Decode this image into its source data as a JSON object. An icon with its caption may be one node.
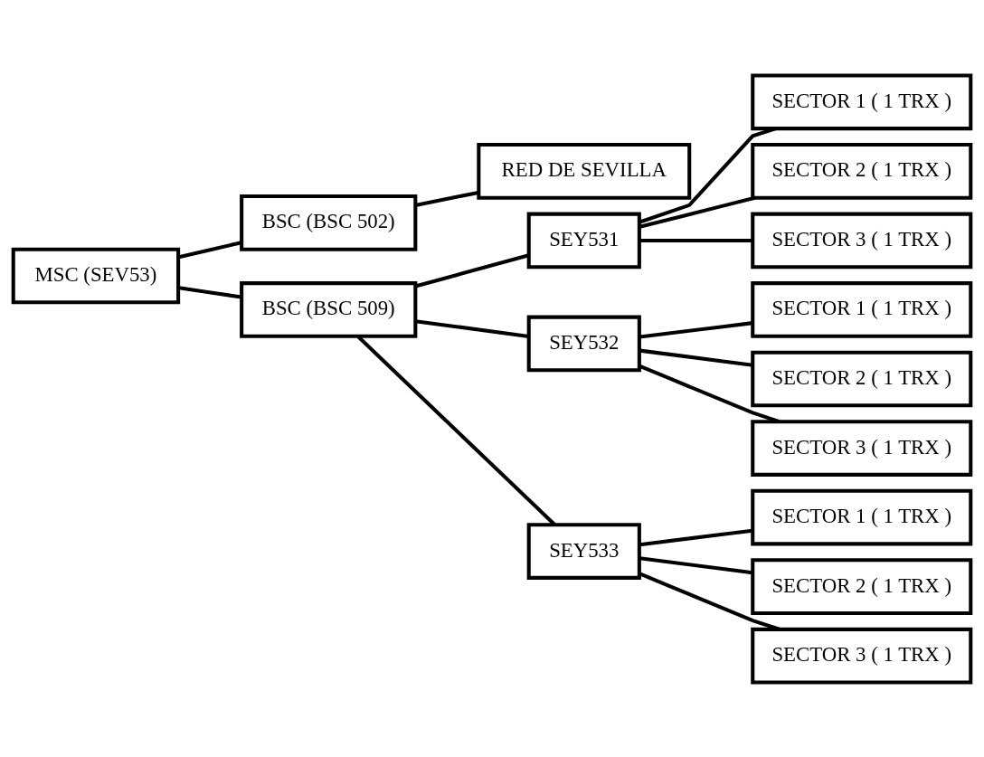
{
  "diagram": {
    "nodes": [
      {
        "text": [
          "MSC (SEV53)"
        ]
      },
      {
        "text": [
          "BSC (BSC 502)"
        ]
      },
      {
        "text": [
          "RED DE SEVILLA"
        ]
      },
      {
        "text": [
          "BSC (BSC 509)"
        ]
      },
      {
        "text": [
          "SEY531"
        ]
      },
      {
        "text": [
          "SECTOR 1 ( 1 TRX )"
        ]
      },
      {
        "text": [
          "SECTOR 2 ( 1 TRX )"
        ]
      },
      {
        "text": [
          "SECTOR 3 ( 1 TRX )"
        ]
      },
      {
        "text": [
          "SEY532"
        ]
      },
      {
        "text": [
          "SECTOR 1 ( 1 TRX )"
        ]
      },
      {
        "text": [
          "SECTOR 2 ( 1 TRX )"
        ]
      },
      {
        "text": [
          "SECTOR 3 ( 1 TRX )"
        ]
      },
      {
        "text": [
          "SEY533"
        ]
      },
      {
        "text": [
          "SECTOR 1 ( 1 TRX )"
        ]
      },
      {
        "text": [
          "SECTOR 2 ( 1 TRX )"
        ]
      },
      {
        "text": [
          "SECTOR 3 ( 1 TRX )"
        ]
      }
    ],
    "edges": [
      {
        "from": 0,
        "to": 1,
        "arrow": "none"
      },
      {
        "from": 0,
        "to": 3,
        "arrow": "none"
      },
      {
        "from": 1,
        "to": 2,
        "arrow": "none"
      },
      {
        "from": 3,
        "to": 4,
        "arrow": "none"
      },
      {
        "from": 3,
        "to": 8,
        "arrow": "none"
      },
      {
        "from": 3,
        "to": 12,
        "arrow": "none"
      },
      {
        "from": 4,
        "to": 5,
        "arrow": "none"
      },
      {
        "from": 4,
        "to": 6,
        "arrow": "none"
      },
      {
        "from": 4,
        "to": 7,
        "arrow": "none"
      },
      {
        "from": 8,
        "to": 9,
        "arrow": "none"
      },
      {
        "from": 8,
        "to": 10,
        "arrow": "none"
      },
      {
        "from": 8,
        "to": 11,
        "arrow": "none"
      },
      {
        "from": 12,
        "to": 13,
        "arrow": "none"
      },
      {
        "from": 12,
        "to": 14,
        "arrow": "none"
      },
      {
        "from": 12,
        "to": 15,
        "arrow": "none"
      }
    ]
  }
}
